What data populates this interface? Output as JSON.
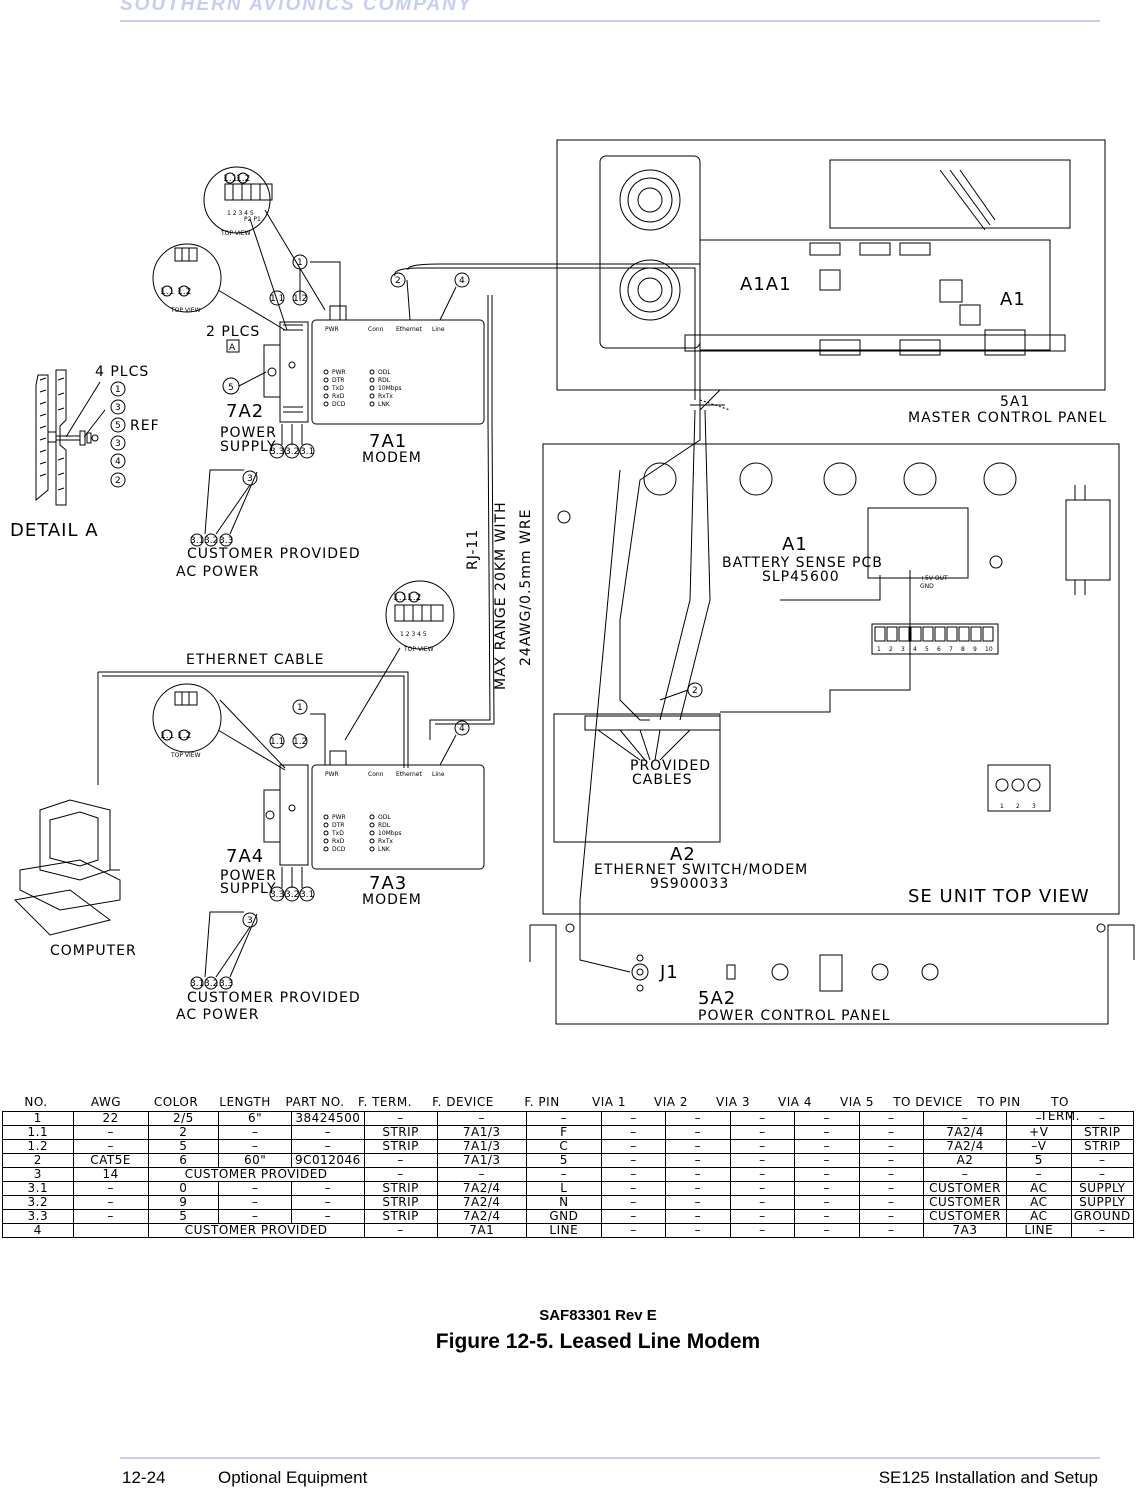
{
  "header": {
    "company": "SOUTHERN AVIONICS COMPANY"
  },
  "diagram": {
    "detail": {
      "plcs": "4 PLCS",
      "ref": "REF",
      "title": "DETAIL A",
      "balloons": [
        "1",
        "3",
        "5",
        "3",
        "4",
        "2"
      ]
    },
    "top_view": "TOP VIEW",
    "two_plcs": "2 PLCS",
    "a_box": "A",
    "balloon_5": "5",
    "tb_numbers": "1 2 3 4 5",
    "tb_plugs": "P2 P1",
    "cb_11": "1.1",
    "cb_12": "1.2",
    "cb_31": "3.1",
    "cb_32": "3.2",
    "cb_33": "3.3",
    "cb_1": "1",
    "cb_2": "2",
    "cb_3": "3",
    "cb_4": "4",
    "ps_top": {
      "id": "7A2",
      "l1": "POWER",
      "l2": "SUPPLY"
    },
    "modem_top": {
      "id": "7A1",
      "l1": "MODEM"
    },
    "ps_bot": {
      "id": "7A4",
      "l1": "POWER",
      "l2": "SUPPLY"
    },
    "modem_bot": {
      "id": "7A3",
      "l1": "MODEM"
    },
    "ac_power": {
      "l1": "CUSTOMER PROVIDED",
      "l2": "AC POWER"
    },
    "rj11": "RJ-11",
    "max_range": {
      "l1": "MAX RANGE 20KM WITH",
      "l2": "24AWG/0.5mm WRE"
    },
    "ethernet_cable": "ETHERNET CABLE",
    "computer": "COMPUTER",
    "mcp": {
      "a1a1": "A1A1",
      "a1": "A1",
      "id": "5A1",
      "name": "MASTER CONTROL PANEL"
    },
    "bsp": {
      "id": "A1",
      "l1": "BATTERY SENSE PCB",
      "l2": "SLP45600",
      "out": "+5V OUT",
      "gnd": "GND"
    },
    "terminal_numbers": [
      "1",
      "2",
      "3",
      "4",
      "5",
      "6",
      "7",
      "8",
      "9",
      "10"
    ],
    "provided_cables": {
      "l1": "PROVIDED",
      "l2": "CABLES"
    },
    "switch": {
      "id": "A2",
      "l1": "ETHERNET SWITCH/MODEM",
      "l2": "9S900033"
    },
    "se_unit": "SE UNIT TOP VIEW",
    "pcp": {
      "j1": "J1",
      "id": "5A2",
      "name": "POWER CONTROL PANEL"
    },
    "modem_leds_left": [
      "PWR",
      "DTR",
      "TxD",
      "RxD",
      "DCD"
    ],
    "modem_leds_right": [
      "ODL",
      "RDL",
      "10Mbps",
      "RxTx",
      "LNK"
    ],
    "modem_heads": [
      "PWR",
      "Conn",
      "Ethernet",
      "Line"
    ],
    "small_terms": [
      "1",
      "2",
      "3"
    ]
  },
  "wire_table": {
    "headers": [
      "NO.",
      "AWG",
      "COLOR",
      "LENGTH",
      "PART NO.",
      "F. TERM.",
      "F. DEVICE",
      "F. PIN",
      "VIA 1",
      "VIA 2",
      "VIA 3",
      "VIA 4",
      "VIA 5",
      "TO DEVICE",
      "TO PIN",
      "TO TERM."
    ],
    "rows": [
      [
        "1",
        "22",
        "2/5",
        "6\"",
        "38424500",
        "–",
        "–",
        "–",
        "–",
        "–",
        "–",
        "–",
        "–",
        "–",
        "–",
        "–"
      ],
      [
        "1.1",
        "–",
        "2",
        "–",
        "–",
        "STRIP",
        "7A1/3",
        "F",
        "–",
        "–",
        "–",
        "–",
        "–",
        "7A2/4",
        "+V",
        "STRIP"
      ],
      [
        "1.2",
        "–",
        "5",
        "–",
        "–",
        "STRIP",
        "7A1/3",
        "C",
        "–",
        "–",
        "–",
        "–",
        "–",
        "7A2/4",
        "–V",
        "STRIP"
      ],
      [
        "2",
        "CAT5E",
        "6",
        "60\"",
        "9C012046",
        "–",
        "7A1/3",
        "5",
        "–",
        "–",
        "–",
        "–",
        "–",
        "A2",
        "5",
        "–"
      ],
      [
        "3",
        "14",
        "CUSTOMER PROVIDED",
        "–",
        "–",
        "–",
        "–",
        "–",
        "–",
        "–",
        "–",
        "–",
        "–",
        "–",
        "–",
        "–"
      ],
      [
        "3.1",
        "–",
        "0",
        "–",
        "–",
        "STRIP",
        "7A2/4",
        "L",
        "–",
        "–",
        "–",
        "–",
        "–",
        "CUSTOMER",
        "AC",
        "SUPPLY"
      ],
      [
        "3.2",
        "–",
        "9",
        "–",
        "–",
        "STRIP",
        "7A2/4",
        "N",
        "–",
        "–",
        "–",
        "–",
        "–",
        "CUSTOMER",
        "AC",
        "SUPPLY"
      ],
      [
        "3.3",
        "–",
        "5",
        "–",
        "–",
        "STRIP",
        "7A2/4",
        "GND",
        "–",
        "–",
        "–",
        "–",
        "–",
        "CUSTOMER",
        "AC",
        "GROUND"
      ],
      [
        "4",
        "",
        "CUSTOMER PROVIDED",
        "–",
        "7A1",
        "LINE",
        "–",
        "–",
        "–",
        "–",
        "–",
        "7A3",
        "LINE",
        "–"
      ]
    ]
  },
  "caption": {
    "doc": "SAF83301 Rev E",
    "figure": "Figure 12-5.  Leased Line Modem"
  },
  "footer": {
    "page": "12-24",
    "section": "Optional Equipment",
    "title": "SE125 Installation and Setup"
  }
}
